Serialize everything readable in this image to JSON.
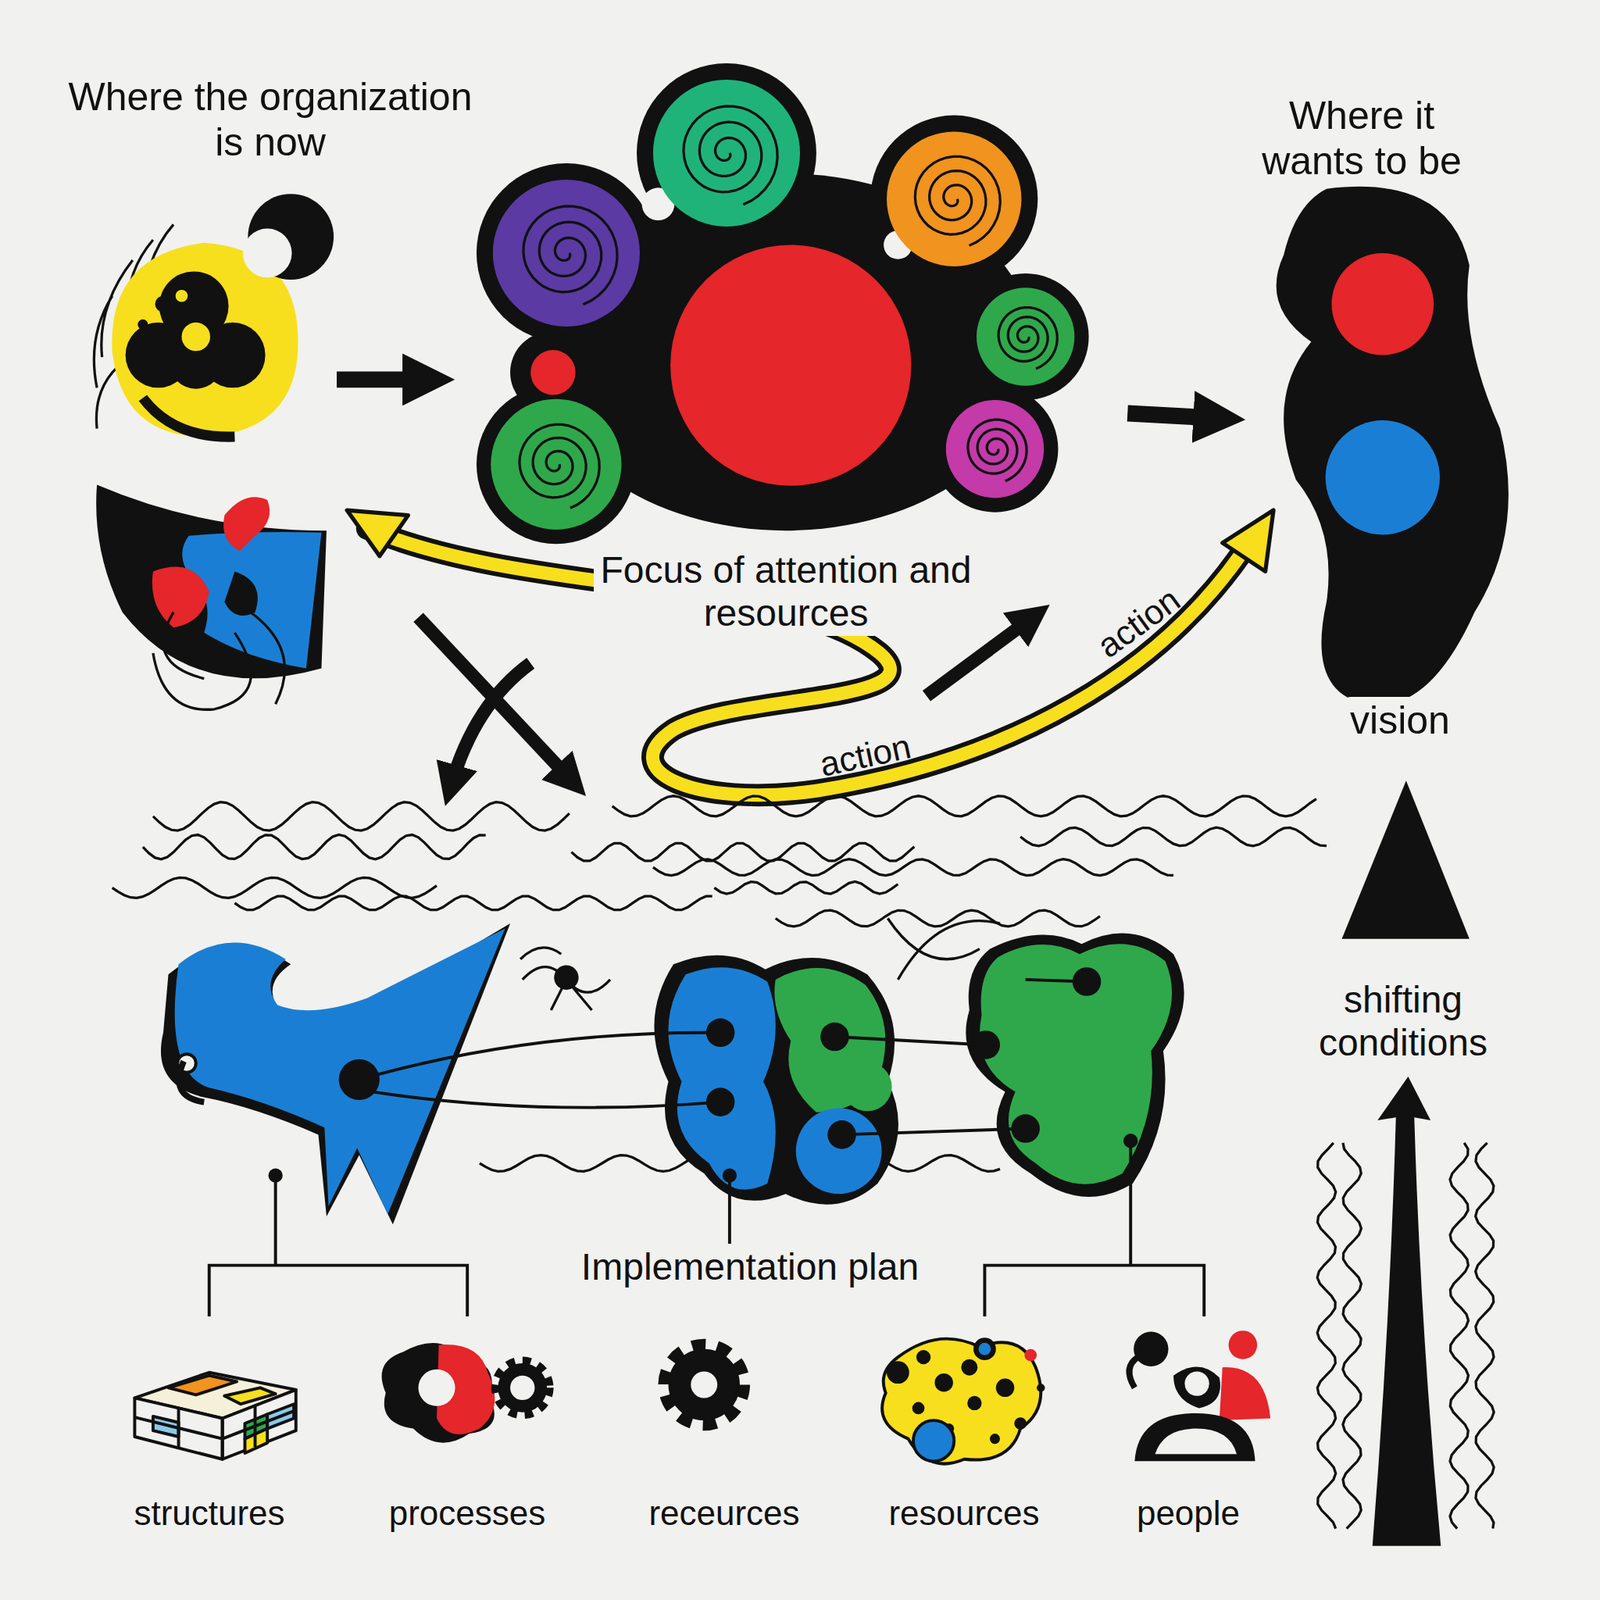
{
  "diagram": {
    "labels": [
      "Where the organization is now",
      "Where it wants to be",
      "Focus of attention and resources",
      "action",
      "action",
      "vision",
      "shifting conditions",
      "Implementation plan",
      "structures",
      "processes",
      "receurces",
      "resources",
      "people"
    ]
  }
}
